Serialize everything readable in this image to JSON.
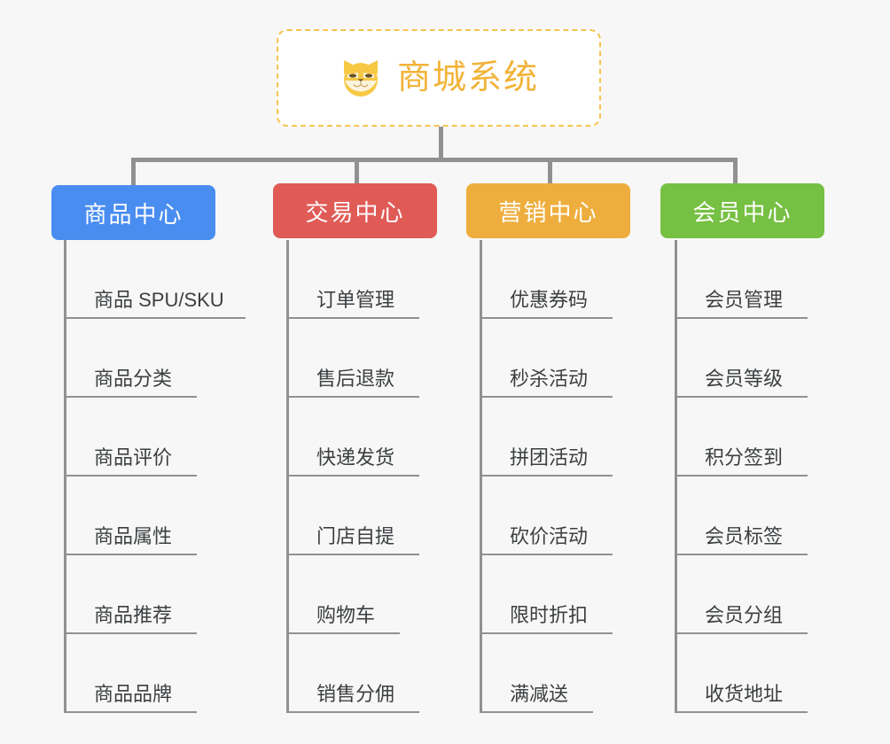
{
  "diagram": {
    "title": "商城系统",
    "mascot_icon": "shiba-dog-face-icon",
    "root_accent_color": "#f2b338",
    "connector_color": "#919191",
    "background_color": "#f7f7f7",
    "branches": [
      {
        "id": "product-center",
        "label": "商品中心",
        "color": "#4a8df0",
        "items": [
          "商品 SPU/SKU",
          "商品分类",
          "商品评价",
          "商品属性",
          "商品推荐",
          "商品品牌"
        ]
      },
      {
        "id": "trade-center",
        "label": "交易中心",
        "color": "#e05a56",
        "items": [
          "订单管理",
          "售后退款",
          "快递发货",
          "门店自提",
          "购物车",
          "销售分佣"
        ]
      },
      {
        "id": "marketing-center",
        "label": "营销中心",
        "color": "#eeae3d",
        "items": [
          "优惠券码",
          "秒杀活动",
          "拼团活动",
          "砍价活动",
          "限时折扣",
          "满减送"
        ]
      },
      {
        "id": "member-center",
        "label": "会员中心",
        "color": "#76c043",
        "items": [
          "会员管理",
          "会员等级",
          "积分签到",
          "会员标签",
          "会员分组",
          "收货地址"
        ]
      }
    ]
  }
}
